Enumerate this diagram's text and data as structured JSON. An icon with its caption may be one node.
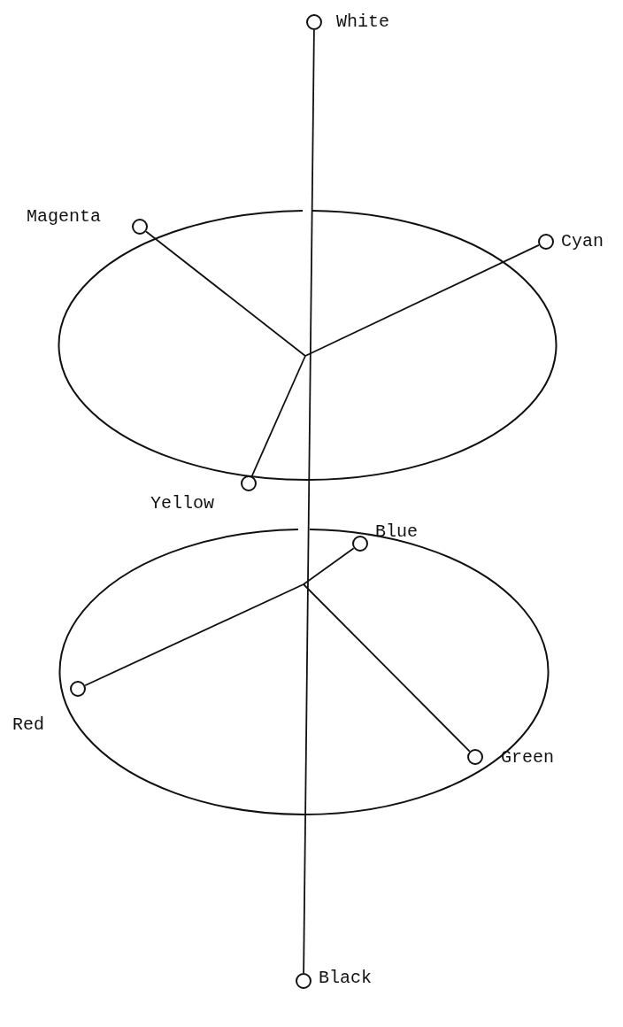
{
  "diagram": {
    "nodes": [
      {
        "text": [],
        "shape": "circle",
        "beside": [
          "White"
        ]
      },
      {
        "text": [],
        "shape": "circle",
        "beside": [
          "Magenta"
        ]
      },
      {
        "text": [],
        "shape": "circle",
        "beside": [
          "Cyan"
        ]
      },
      {
        "text": [],
        "shape": "circle",
        "beside": [
          "Yellow"
        ]
      },
      {
        "text": [],
        "shape": "circle",
        "beside": [
          "Blue"
        ]
      },
      {
        "text": [],
        "shape": "circle",
        "beside": [
          "Red"
        ]
      },
      {
        "text": [],
        "shape": "circle",
        "beside": [
          "Green"
        ]
      },
      {
        "text": [],
        "shape": "circle",
        "beside": [
          "Black"
        ]
      }
    ],
    "edges": [
      {
        "from": 0,
        "to": 7,
        "arrow": "none"
      },
      {
        "from": 1,
        "to": null,
        "arrow": "none"
      },
      {
        "from": 2,
        "to": null,
        "arrow": "none"
      },
      {
        "from": 3,
        "to": null,
        "arrow": "none"
      },
      {
        "from": 4,
        "to": null,
        "arrow": "none"
      },
      {
        "from": 5,
        "to": null,
        "arrow": "none"
      },
      {
        "from": 6,
        "to": null,
        "arrow": "none"
      }
    ]
  }
}
